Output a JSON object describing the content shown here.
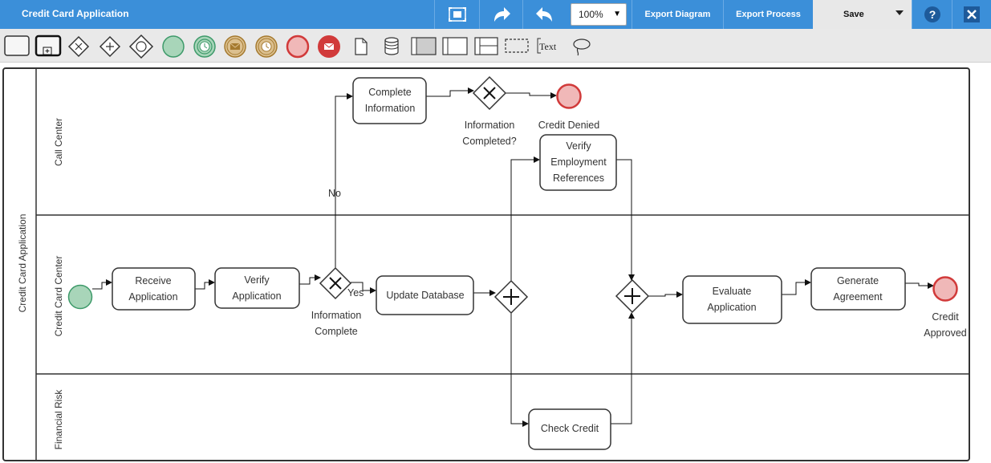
{
  "app": {
    "title": "Credit Card Application"
  },
  "toolbar": {
    "zoom_value": "100%",
    "export_diagram_label": "Export Diagram",
    "export_process_label": "Export Process",
    "save_label": "Save",
    "icons": [
      "fit-to-screen-icon",
      "redo-icon",
      "undo-icon",
      "help-icon",
      "close-icon"
    ]
  },
  "palette": {
    "items": [
      "task",
      "subprocess",
      "exclusive-gateway",
      "parallel-gateway",
      "event-gateway",
      "start-event",
      "timer-event",
      "message-event",
      "timer-intermediate-event",
      "end-event",
      "message-end-event",
      "data-object",
      "data-store",
      "pool",
      "lane",
      "lane-split",
      "group"
    ],
    "text_tool_label": "Text"
  },
  "colors": {
    "header_blue": "#3b8fd9",
    "start_event_fill": "#a8d5b9",
    "start_event_stroke": "#3e9a6a",
    "end_event_fill": "#f0b8b8",
    "end_event_stroke": "#d13a3a",
    "shape_stroke": "#333333"
  },
  "diagram": {
    "pool_label": "Credit Card Application",
    "lanes": [
      "Call Center",
      "Credit Card Center",
      "Financial Risk"
    ],
    "tasks": {
      "complete_info": [
        "Complete",
        "Information"
      ],
      "verify_emp": [
        "Verify",
        "Employment",
        "References"
      ],
      "receive_app": [
        "Receive",
        "Application"
      ],
      "verify_app": [
        "Verify",
        "Application"
      ],
      "update_db": [
        "Update Database"
      ],
      "evaluate_app": [
        "Evaluate",
        "Application"
      ],
      "generate_agr": [
        "Generate",
        "Agreement"
      ],
      "check_credit": [
        "Check Credit"
      ]
    },
    "labels": {
      "info_completed": [
        "Information",
        "Completed?"
      ],
      "credit_denied": [
        "Credit Denied"
      ],
      "info_complete": [
        "Information",
        "Complete"
      ],
      "credit_approved": [
        "Credit",
        "Approved"
      ],
      "no": "No",
      "yes": "Yes"
    }
  }
}
